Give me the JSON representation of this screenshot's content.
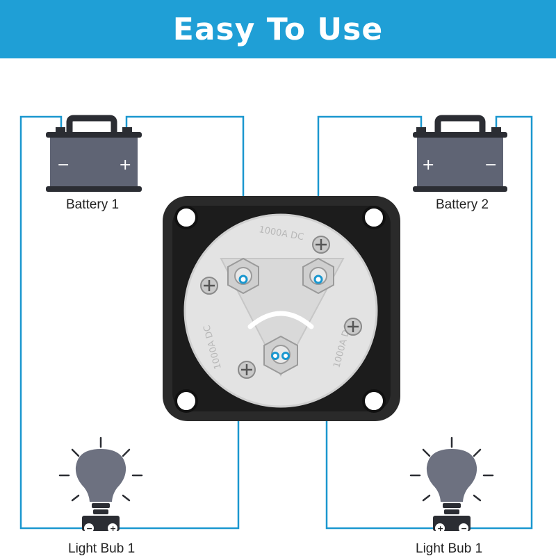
{
  "header": {
    "title": "Easy To Use"
  },
  "battery_left": {
    "label": "Battery 1",
    "neg": "−",
    "pos": "+"
  },
  "battery_right": {
    "label": "Battery 2",
    "pos": "+",
    "neg": "−"
  },
  "bulb_left": {
    "label": "Light Bub 1",
    "neg": "−",
    "pos": "+"
  },
  "bulb_right": {
    "label": "Light Bub 1",
    "pos": "+",
    "neg": "−"
  },
  "switch": {
    "markings": [
      "1000A DC",
      "1000A DC",
      "1000A DC"
    ]
  },
  "colors": {
    "banner": "#1f9fd6",
    "wire": "#1a97cf",
    "battery_body": "#5f6474",
    "battery_dark": "#2b2d33",
    "bulb": "#6d7180",
    "switch_housing": "#2a2a2a",
    "switch_face": "#e3e3e3"
  }
}
